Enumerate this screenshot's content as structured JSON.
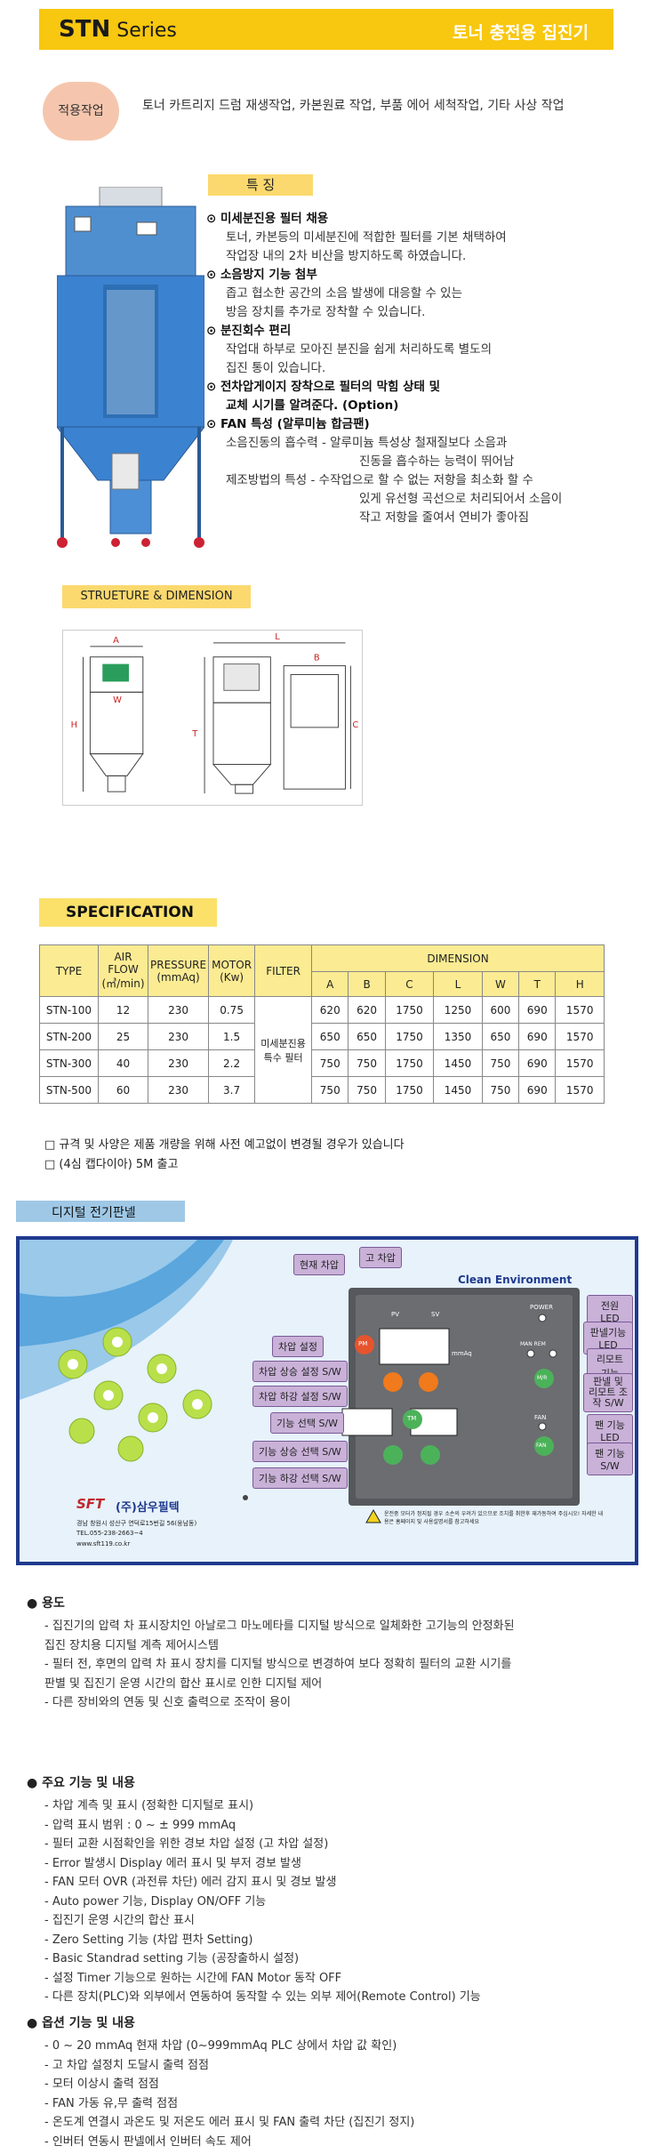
{
  "header": {
    "series_bold": "STN",
    "series_rest": " Series",
    "title": "토너 충전용 집진기"
  },
  "application": {
    "label": "적용작업",
    "text": "토너 카트리지 드럼 재생작업, 카본원료 작업, 부품 에어 세척작업, 기타 사상 작업"
  },
  "features": {
    "label": "특    징",
    "items": [
      {
        "head": "미세분진용 필터 채용",
        "lines": [
          "토너, 카본등의 미세분진에 적합한 필터를 기본 채택하여",
          "작업장 내의 2차 비산을 방지하도록 하였습니다."
        ]
      },
      {
        "head": "소음방지 기능 첨부",
        "lines": [
          "좁고 협소한 공간의 소음 발생에 대응할 수 있는",
          "방음 장치를 추가로 장착할 수 있습니다."
        ]
      },
      {
        "head": "분진회수 편리",
        "lines": [
          "작업대 하부로 모아진 분진을 쉽게 처리하도록 별도의",
          "집진 통이 있습니다."
        ]
      },
      {
        "head": "전차압게이지 장착으로 필터의 막힘 상태 및",
        "bold_lines": [
          "교체 시기를 알려준다. (Option)"
        ]
      },
      {
        "head": "FAN 특성 (알루미늄 합금팬)"
      }
    ],
    "fan_lines": [
      "소음진동의 흡수력 - 알루미늄 특성상 철재질보다 소음과",
      "진동을 흡수하는 능력이 뛰어남",
      "제조방법의 특성 - 수작업으로 할 수 없는 저항을 최소화 할 수",
      "있게 유선형 곡선으로 처리되어서 소음이",
      "작고 저항을 줄여서 연비가 좋아짐"
    ]
  },
  "structure": {
    "label": "STRUETURE & DIMENSION",
    "dims": {
      "A": "A",
      "W": "W",
      "H": "H",
      "L": "L",
      "B": "B",
      "T": "T",
      "C": "C"
    }
  },
  "spec": {
    "title": "SPECIFICATION",
    "headers": {
      "type": "TYPE",
      "air": "AIR FLOW",
      "air_unit": "(㎥/min)",
      "pressure": "PRESSURE",
      "pressure_unit": "(mmAq)",
      "motor": "MOTOR",
      "motor_unit": "(Kw)",
      "filter": "FILTER",
      "dimension": "DIMENSION"
    },
    "dim_cols": [
      "A",
      "B",
      "C",
      "L",
      "W",
      "T",
      "H"
    ],
    "filter_text": "미세분진용 특수 필터",
    "rows": [
      {
        "type": "STN-100",
        "air": "12",
        "pressure": "230",
        "motor": "0.75",
        "dims": [
          "620",
          "620",
          "1750",
          "1250",
          "600",
          "690",
          "1570"
        ]
      },
      {
        "type": "STN-200",
        "air": "25",
        "pressure": "230",
        "motor": "1.5",
        "dims": [
          "650",
          "650",
          "1750",
          "1350",
          "650",
          "690",
          "1570"
        ]
      },
      {
        "type": "STN-300",
        "air": "40",
        "pressure": "230",
        "motor": "2.2",
        "dims": [
          "750",
          "750",
          "1750",
          "1450",
          "750",
          "690",
          "1570"
        ]
      },
      {
        "type": "STN-500",
        "air": "60",
        "pressure": "230",
        "motor": "3.7",
        "dims": [
          "750",
          "750",
          "1750",
          "1450",
          "750",
          "690",
          "1570"
        ]
      }
    ],
    "notes": [
      "□  규격 및 사양은 제품 개량을 위해 사전 예고없이 변경될 경우가 있습니다",
      "□  (4심 캡다이아) 5M 출고"
    ]
  },
  "panel": {
    "title": "디지털 전기판넬",
    "brand": "Clean Environment",
    "company": "(주)삼우필텍",
    "logo": "SFT",
    "address": "경남 창원시 성산구 연덕로15번길 56(웅남동)",
    "tel": "TEL.055-238-2663~4",
    "web": "www.sft119.co.kr",
    "unit": "mmAq",
    "labels_left": [
      "차압 설정",
      "차압 상승 설정 S/W",
      "차압 하강 설정 S/W",
      "기능 선택 S/W",
      "기능 상승 선택 S/W",
      "기능 하강 선택 S/W"
    ],
    "labels_top": [
      "현재 차압",
      "고 차압"
    ],
    "labels_right": [
      "전원 LED",
      "판넬기능 LED",
      "리모트기능",
      "판넬 및 리모트 조작 S/W",
      "팬 기능 LED",
      "팬 기능 S/W"
    ],
    "device_labels": {
      "power": "POWER",
      "man_rem": "MAN  REM",
      "fan": "FAN",
      "pv": "PV",
      "sv": "SV",
      "pm": "PM",
      "tm": "TM",
      "mr": "M/R",
      "fan_sw": "FAN"
    },
    "warning": "운전중 모터가 정지될 경우 소손의 우려가 있으므로 조치를 취한후 재가동하여 주십시오!  자세한 내용은 홈페이지 및 사용설명서를 참고하세요"
  },
  "usage": {
    "head": "●  용도",
    "lines": [
      "- 집진기의 압력 차 표시장치인 아날로그 마노메타를 디지털 방식으로 일체화한 고기능의 안정화된",
      "   집진 장치용 디지털 계측 제어시스템",
      "- 필터 전, 후면의 압력 차 표시 장치를 디지털 방식으로 변경하여 보다 정확히 필터의 교환 시기를",
      "   판별 및 집진기 운영 시간의 합산 표시로 인한 디지털 제어",
      "- 다른 장비와의 연동 및 신호 출력으로 조작이 용이"
    ]
  },
  "functions": {
    "head": "●  주요 기능 및 내용",
    "lines": [
      "- 차압 계측 및 표시 (정확한 디지털로 표시)",
      "- 압력 표시 범위 : 0 ~ ± 999 mmAq",
      "- 필터 교환 시점확인을 위한 경보 차압 설정 (고 차압 설정)",
      "- Error 발생시 Display 에러 표시 및 부저 경보 발생",
      "- FAN 모터 OVR (과전류 차단) 에러 감지 표시 및 경보 발생",
      "- Auto power 기능, Display ON/OFF 기능",
      "- 집진기 운영 시간의 합산 표시",
      "- Zero Setting 기능 (차압 편차 Setting)",
      "- Basic Standrad setting 기능 (공장출하시 설정)",
      "- 설정 Timer 기능으로 원하는 시간에 FAN Motor 동작 OFF",
      "- 다른 장치(PLC)와 외부에서 연동하여 동작할 수 있는 외부 제어(Remote Control) 기능"
    ]
  },
  "options": {
    "head": "●  옵션 기능 및 내용",
    "lines": [
      "- 0 ~ 20 mmAq 현재 차압 (0~999mmAq PLC 상에서 차압 값 확인)",
      "- 고 차압 설정치 도달시 출력 점점",
      "- 모터 이상시 출력 점점",
      "- FAN 가동 유,무 출력 점점",
      "- 온도계 연결시 과온도 및 저온도 에러 표시 및 FAN 출력 차단 (집진기 정지)",
      "- 인버터 연동시 판넬에서 인버터 속도 제어"
    ]
  }
}
